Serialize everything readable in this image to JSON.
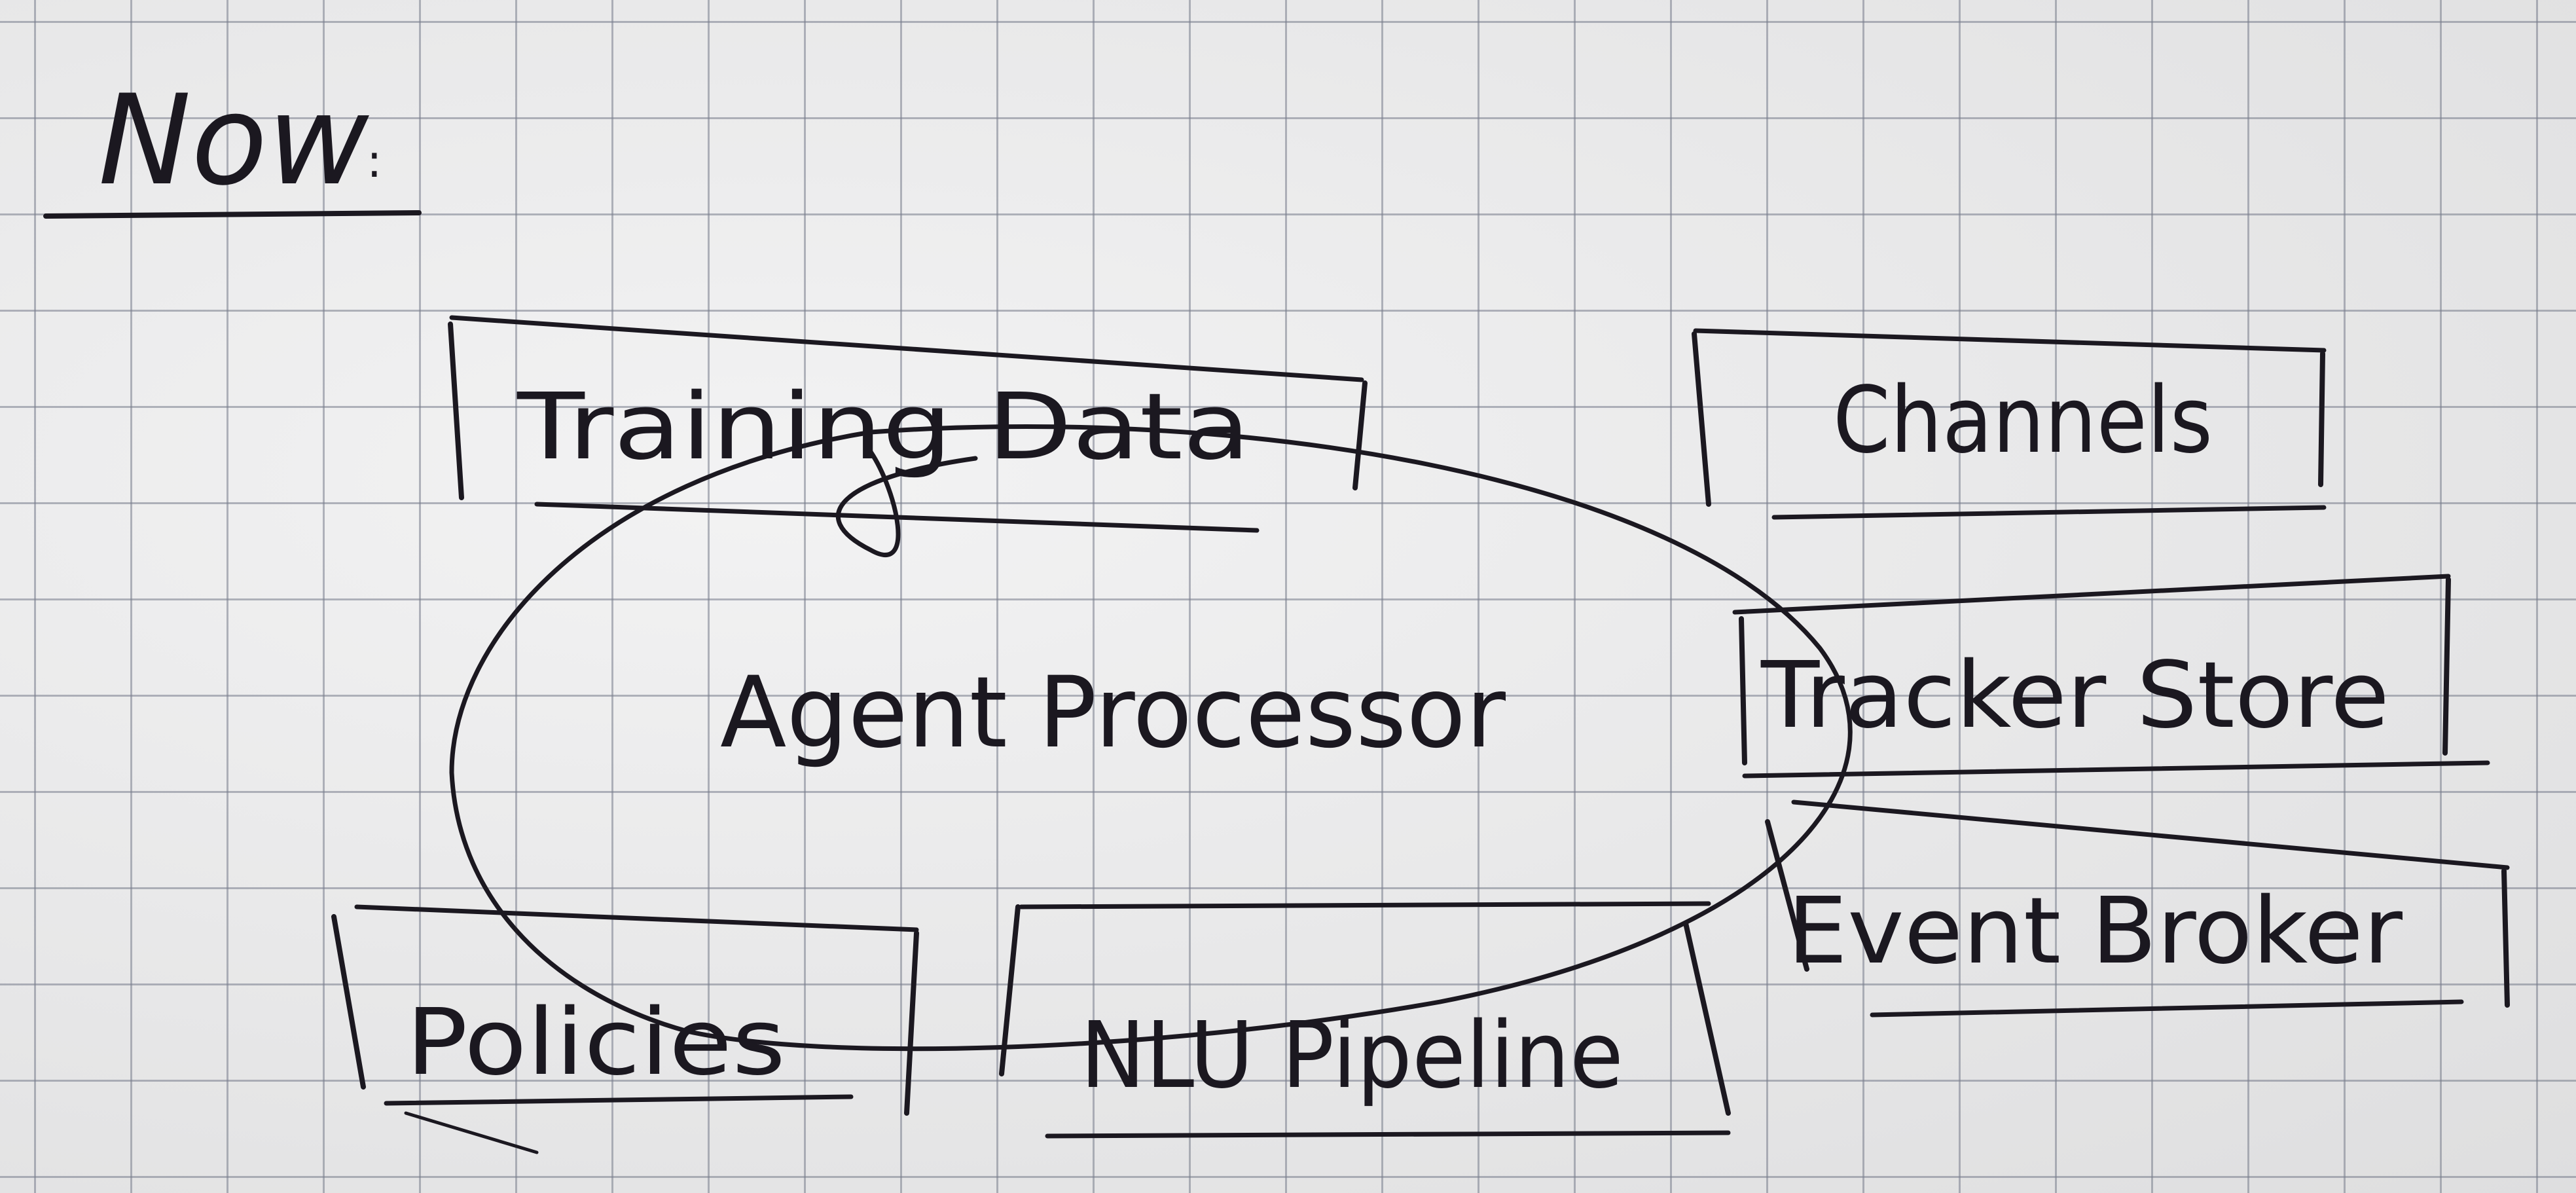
{
  "heading": {
    "text": "Now",
    "punctuation": ":"
  },
  "center": {
    "label": "Agent Processor"
  },
  "components": [
    {
      "id": "training-data",
      "label": "Training Data"
    },
    {
      "id": "channels",
      "label": "Channels"
    },
    {
      "id": "tracker-store",
      "label": "Tracker Store"
    },
    {
      "id": "event-broker",
      "label": "Event Broker"
    },
    {
      "id": "nlu-pipeline",
      "label": "NLU Pipeline"
    },
    {
      "id": "policies",
      "label": "Policies"
    }
  ],
  "colors": {
    "ink": "#1b1820",
    "paper": "#ececed",
    "grid": "#787d8c"
  }
}
